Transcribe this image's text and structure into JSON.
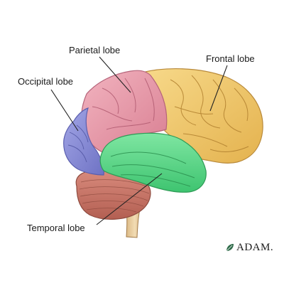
{
  "labels": {
    "parietal": "Parietal lobe",
    "frontal": "Frontal lobe",
    "occipital": "Occipital lobe",
    "temporal": "Temporal lobe"
  },
  "brand": {
    "text": "ADAM.",
    "logo_icon": "leaf-icon"
  },
  "colors": {
    "background": "#ffffff",
    "frontal": "#f2c76a",
    "parietal": "#e89aaa",
    "occipital": "#8c8fd8",
    "temporal": "#5bd888",
    "cerebellum": "#c9776a",
    "brainstem": "#e8c99a",
    "outline": "#a06a3a",
    "leader_line": "#222222"
  }
}
